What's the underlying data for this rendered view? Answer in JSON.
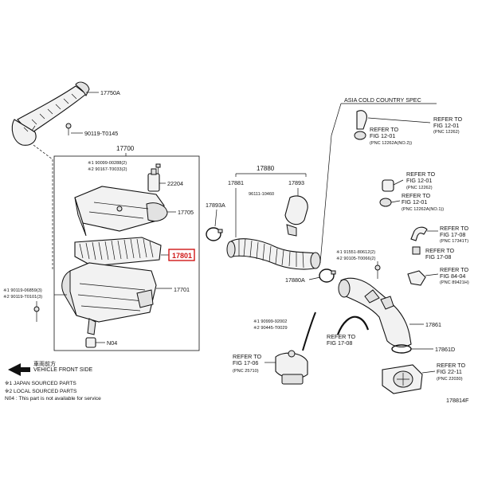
{
  "labels": {
    "p17750A": "17750A",
    "p90119_T0145": "90119-T0145",
    "p17700": "17700",
    "p90099_00288": "※1 90099-00288(2)",
    "p90167_T0033": "※2 90167-T0033(2)",
    "p22204": "22204",
    "p17705": "17705",
    "p17801": "17801",
    "p17701": "17701",
    "p90119_06859": "※1 90119-06859(3)",
    "p90119_T0101": "※2 90119-T0101(3)",
    "pN04": "N04",
    "p17880": "17880",
    "p17881": "17881",
    "p17893": "17893",
    "p96111_10460": "96111-10460",
    "p17893A": "17893A",
    "p17880A": "17880A",
    "asia_spec": "ASIA COLD COUNTRY SPEC",
    "ref_a_1": "REFER TO",
    "ref_a_2": "FIG 12-01",
    "ref_a_3": "(PNC 12262)",
    "ref_b_1": "REFER TO",
    "ref_b_2": "FIG 12-01",
    "ref_b_3": "(PNC 12262A(NO.2))",
    "ref_c_1": "REFER TO",
    "ref_c_2": "FIG 12-01",
    "ref_c_3": "(PNC 12262)",
    "ref_d_1": "REFER TO",
    "ref_d_2": "FIG 12-01",
    "ref_d_3": "(PNC 12262A(NO.1))",
    "ref_e_1": "REFER TO",
    "ref_e_2": "FIG 17-08",
    "ref_e_3": "(PNC 17341T)",
    "ref_f_1": "REFER TO",
    "ref_f_2": "FIG 17-08",
    "p91551_80612": "※1 91551-80612(2)",
    "p90105_T0066": "※2 90105-T0066(2)",
    "ref_g_1": "REFER TO",
    "ref_g_2": "FIG 84-04",
    "ref_g_3": "(PNC 89421H)",
    "p90999_92002": "※1 90999-92002",
    "p90445_T0029": "※2 90445-T0029",
    "ref_h_1": "REFER TO",
    "ref_h_2": "FIG 17-08",
    "p17861": "17861",
    "p17861D": "17861D",
    "ref_i_1": "REFER TO",
    "ref_i_2": "FIG 17-06",
    "ref_i_3": "(PNC 25710)",
    "ref_j_1": "REFER TO",
    "ref_j_2": "FIG 22-11",
    "ref_j_3": "(PNC 22030)",
    "diagram_id": "178814F"
  },
  "legend": {
    "direction_jp": "車両前方",
    "direction_en": "VEHICLE FRONT SIDE",
    "note1": "※1  JAPAN SOURCED PARTS",
    "note2": "※2  LOCAL SOURCED PARTS",
    "note3": "N04 : This part is not available for service"
  },
  "colors": {
    "highlight": "#d01616",
    "ink": "#111111"
  }
}
